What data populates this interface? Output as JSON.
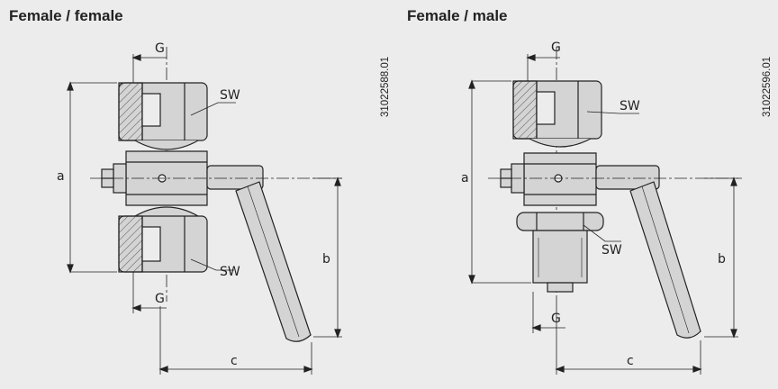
{
  "left": {
    "title": "Female / female",
    "drawing_number": "31022588.01",
    "labels": {
      "g_top": "G",
      "g_bottom": "G",
      "sw_top": "SW",
      "sw_bottom": "SW",
      "a": "a",
      "b": "b",
      "c": "c"
    }
  },
  "right": {
    "title": "Female / male",
    "drawing_number": "31022596.01",
    "labels": {
      "g_top": "G",
      "g_bottom": "G",
      "sw_top": "SW",
      "sw_bottom": "SW",
      "a": "a",
      "b": "b",
      "c": "c"
    }
  },
  "colors": {
    "background": "#ececec",
    "line": "#222222",
    "part_fill": "#d4d4d4",
    "hatch": "#555555"
  }
}
